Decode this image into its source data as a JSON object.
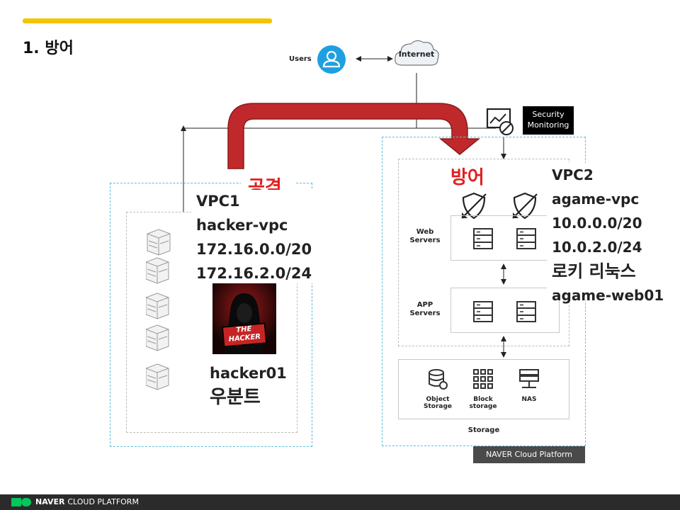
{
  "slide": {
    "title": "1. 방어"
  },
  "users_label": "Users",
  "internet_label": "Internet",
  "security": {
    "line1": "Security",
    "line2": "Monitoring"
  },
  "attack_label": "공격",
  "defense_label": "방어",
  "vpc1": {
    "lines": [
      "VPC1",
      "hacker-vpc",
      "172.16.0.0/20",
      "172.16.2.0/24"
    ],
    "server_name": "hacker01",
    "os": "우분트",
    "hacker_image_text": [
      "THE",
      "HACKER"
    ]
  },
  "vpc2": {
    "lines": [
      "VPC2",
      "agame-vpc",
      "10.0.0.0/20",
      "10.0.2.0/24",
      "로키 리눅스",
      "agame-web01"
    ]
  },
  "tiers": {
    "web": [
      "Web",
      "Servers"
    ],
    "app": [
      "APP",
      "Servers"
    ]
  },
  "storage": {
    "title": "Storage",
    "object": [
      "Object",
      "Storage"
    ],
    "block": [
      "Block",
      "storage"
    ],
    "nas": "NAS"
  },
  "platform_badge": "NAVER Cloud Platform",
  "footer": {
    "brand": "NAVER",
    "rest": "CLOUD PLATFORM"
  },
  "colors": {
    "accent": "#f5c400",
    "arrow": "#c0292b",
    "vpc_border": "#5bc0d8",
    "user_icon": "#1ea0e0"
  }
}
